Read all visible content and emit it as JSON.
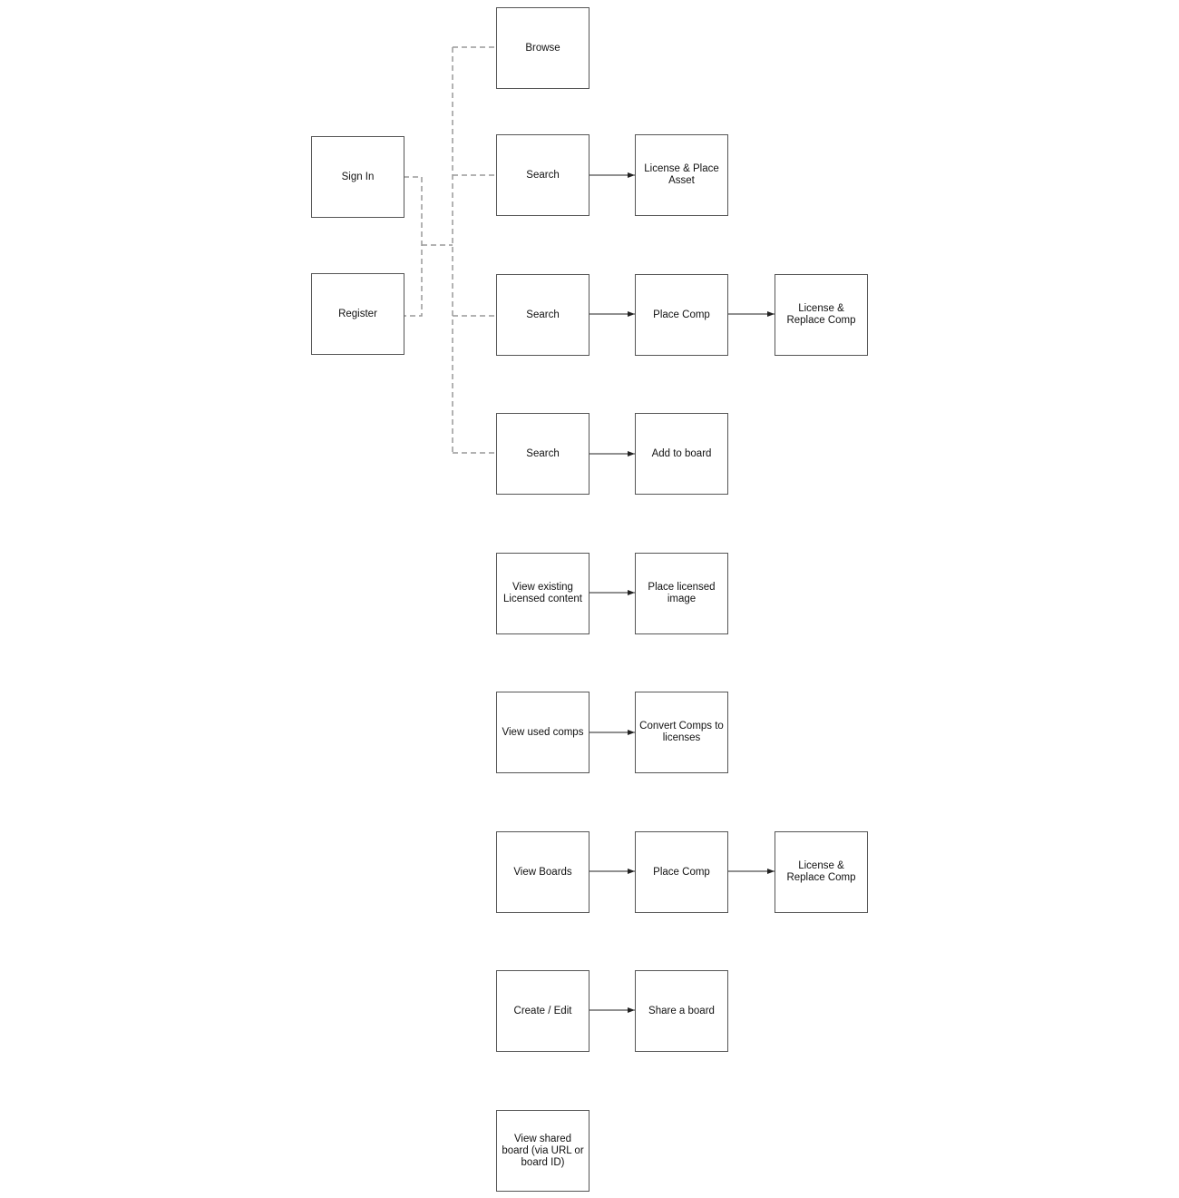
{
  "nodes": {
    "sign_in": "Sign In",
    "register": "Register",
    "browse": "Browse",
    "search1": "Search",
    "license_place_asset": "License & Place Asset",
    "search2": "Search",
    "place_comp1": "Place Comp",
    "license_replace_comp1": "License & Replace Comp",
    "search3": "Search",
    "add_to_board": "Add to board",
    "view_existing": "View existing Licensed content",
    "place_licensed_image": "Place licensed image",
    "view_used_comps": "View used comps",
    "convert_comps": "Convert Comps to licenses",
    "view_boards": "View Boards",
    "place_comp2": "Place Comp",
    "license_replace_comp2": "License & Replace Comp",
    "create_edit": "Create / Edit",
    "share_board": "Share a board",
    "view_shared_board": "View shared board (via URL or board ID)"
  },
  "colors": {
    "box_border": "#555555",
    "dashed": "#999999",
    "arrow": "#222222"
  }
}
